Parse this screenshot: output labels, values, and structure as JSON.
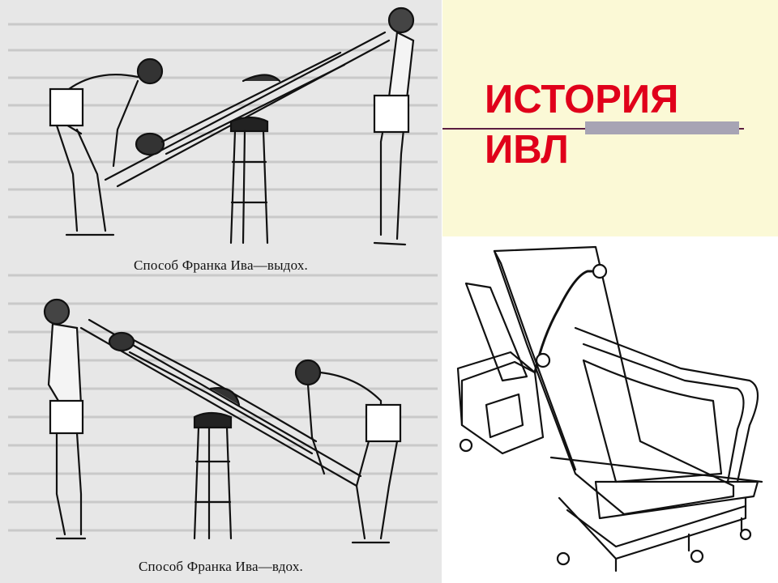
{
  "slide": {
    "title_line1": "ИСТОРИЯ",
    "title_line2": "ИВЛ",
    "colors": {
      "title": "#e0001a",
      "title_panel": "#fbf9d6",
      "rule": "#5b1d40",
      "accent_bar": "#a7a4b4",
      "scan_paper": "#e7e7e7"
    }
  },
  "figures": {
    "exhale": {
      "caption": "Способ Франка Ива—выдох."
    },
    "inhale": {
      "caption": "Способ Франка Ива—вдох."
    },
    "ventilator_chair": {
      "icon": "rocking-bed-ventilator-illustration"
    }
  }
}
